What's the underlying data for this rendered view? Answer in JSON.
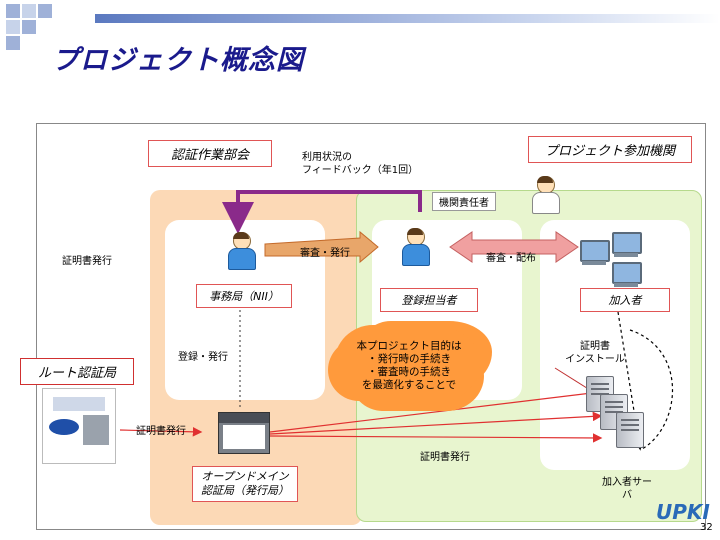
{
  "page": {
    "title": "プロジェクト概念図",
    "page_number": "32"
  },
  "nodes": {
    "ninsho_sagyobukai": "認証作業部会",
    "project_sanka_kikan": "プロジェクト参加機関",
    "riyo_jokyo": "利用状況の\nフィードバック（年1回）",
    "kikan_sekininsha": "機関責任者",
    "shomeisho_hakko_left": "証明書発行",
    "shinsa_hakko": "審査・発行",
    "shinsa_haifu": "審査・配布",
    "jimukyoku": "事務局（NII）",
    "toroku_tantosha": "登録担当者",
    "kanyusha": "加入者",
    "toroku_hakko": "登録・発行",
    "root_ca": "ルート認証局",
    "shomeisho_install": "証明書\nインストール",
    "cloud_text": "本プロジェクト目的は\n・発行時の手続き\n・審査時の手続き\nを最適化することで",
    "shomeisho_hakko_mid": "証明書発行",
    "shomeisho_hakko_bottom": "証明書発行",
    "open_domain": "オープンドメイン\n認証局（発行局）",
    "kanyusha_server": "加入者サー\nバ",
    "logo_text": "UPKI"
  },
  "colors": {
    "title": "#1a1a8c",
    "orange_panel": "#fcd9b6",
    "green_panel": "#e8f5cf",
    "cloud": "#ff9a3c",
    "arrow_red": "#e03030",
    "arrow_purple": "#8a2a8a"
  }
}
